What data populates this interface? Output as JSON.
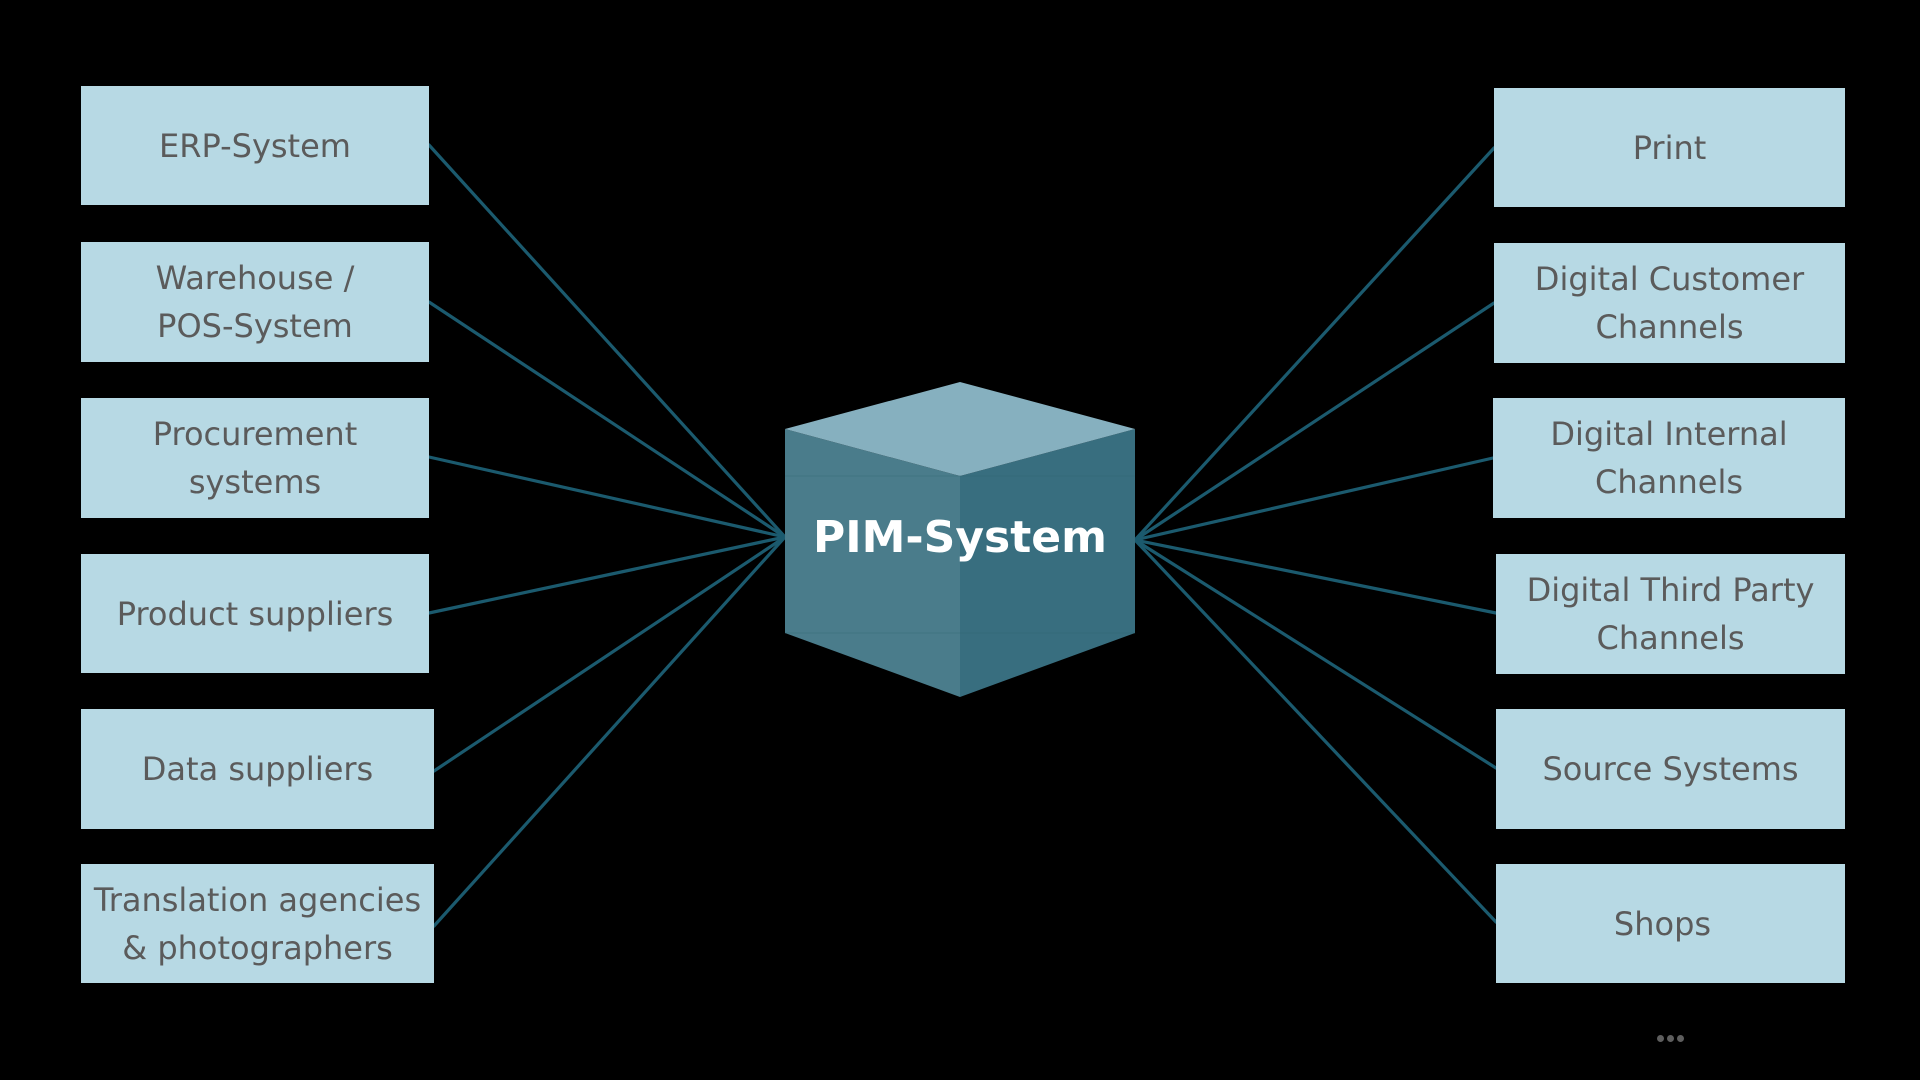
{
  "center": {
    "label": "PIM-System",
    "colors": {
      "top": "#86b0bf",
      "left": "#4a7c8b",
      "right": "#386e7f",
      "text": "#ffffff"
    }
  },
  "left_nodes": [
    {
      "label": "ERP-System"
    },
    {
      "label": "Warehouse /\nPOS-System"
    },
    {
      "label": "Procurement\nsystems"
    },
    {
      "label": "Product suppliers"
    },
    {
      "label": "Data suppliers"
    },
    {
      "label": "Translation agencies\n& photographers"
    }
  ],
  "right_nodes": [
    {
      "label": "Print"
    },
    {
      "label": "Digital Customer\nChannels"
    },
    {
      "label": "Digital Internal\nChannels"
    },
    {
      "label": "Digital Third Party\nChannels"
    },
    {
      "label": "Source Systems"
    },
    {
      "label": "Shops"
    }
  ],
  "more": {
    "icon": "more-horizontal-icon"
  },
  "colors": {
    "background": "#000000",
    "node_fill": "#b7d9e4",
    "node_text": "#5b5b5b",
    "connector": "#1b5a6e"
  }
}
